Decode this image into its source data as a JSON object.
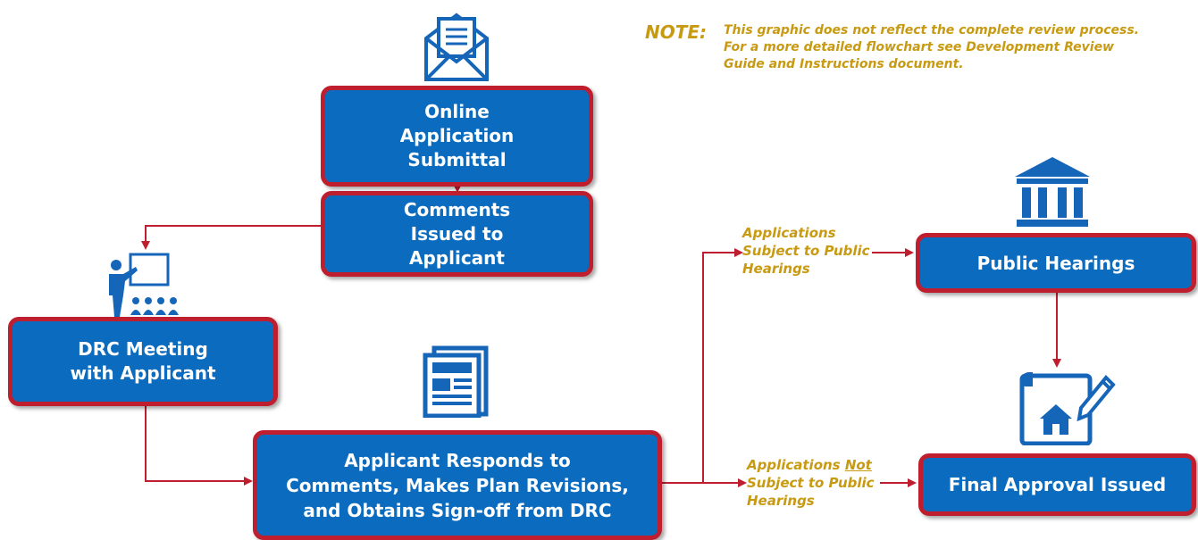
{
  "note": {
    "label": "NOTE:",
    "text": "This graphic does not reflect the complete review process.\nFor a more detailed flowchart see Development Review\nGuide and Instructions document."
  },
  "nodes": {
    "online_submittal": "Online\nApplication\nSubmittal",
    "comments_issued": "Comments\nIssued to\nApplicant",
    "drc_meeting": "DRC Meeting\nwith Applicant",
    "applicant_responds": "Applicant Responds to\nComments, Makes Plan Revisions,\nand Obtains Sign-off from DRC",
    "public_hearings": "Public Hearings",
    "final_approval": "Final Approval Issued"
  },
  "edge_labels": {
    "subject": "Applications\nSubject to Public\nHearings",
    "not_prefix": "Applications ",
    "not_word": "Not",
    "not_suffix": "\nSubject to Public\nHearings"
  },
  "icons": {
    "submittal": "envelope-document-icon",
    "meeting": "presenter-audience-icon",
    "respond": "newspaper-document-icon",
    "hearings": "courthouse-icon",
    "approval": "blueprint-house-pen-icon"
  },
  "colors": {
    "box_fill": "#0a6bbf",
    "box_border": "#bf1e2e",
    "arrow": "#bf1e2e",
    "label_text": "#c89a12",
    "icon": "#1565b8"
  }
}
